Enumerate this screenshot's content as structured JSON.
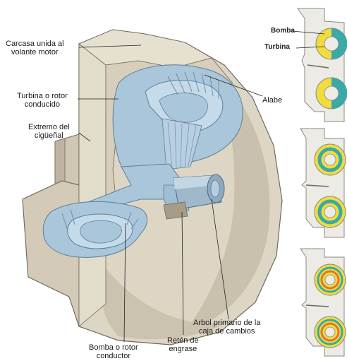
{
  "labels": {
    "carcasa": [
      "Carcasa unida al",
      "volante motor"
    ],
    "turbina": [
      "Turbina o rotor",
      "conducido"
    ],
    "extremo": [
      "Extremo del",
      "cigüeñal"
    ],
    "alabe": "Alabe",
    "bomba": [
      "Bomba o rotor",
      "conductor"
    ],
    "reten": [
      "Retén de",
      "engrase"
    ],
    "arbol": [
      "Arbol primario de la",
      "caja de cambios"
    ]
  },
  "side_labels": {
    "bomba": "Bomba",
    "turbina": "Turbina"
  },
  "colors": {
    "housing": "#ddd6c4",
    "housing_shadow": "#b9b19e",
    "housing_dark": "#8f8878",
    "fluid": "#a9c6da",
    "fluid_dark": "#7ea3bf",
    "yellow": "#f1dc3e",
    "teal": "#3aa9a8",
    "orange": "#e2762c"
  }
}
